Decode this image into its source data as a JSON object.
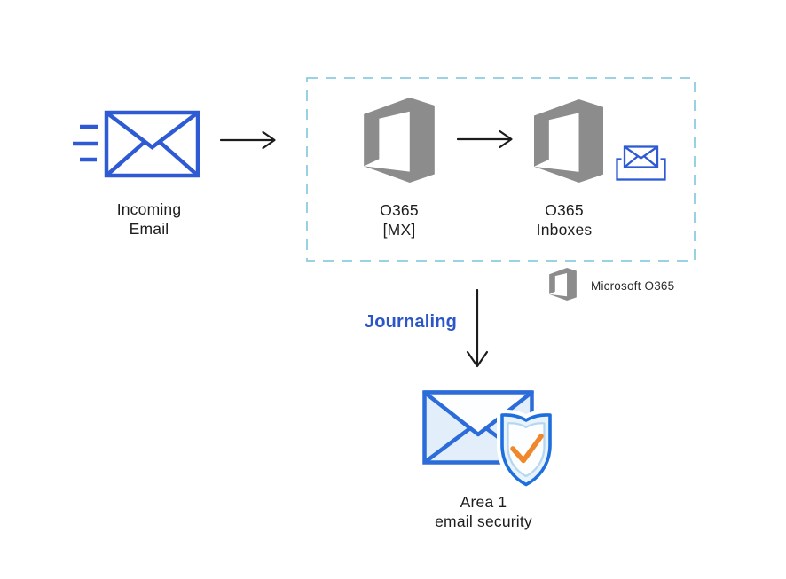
{
  "colors": {
    "envelope_blue": "#2e5ad4",
    "o365_gray": "#8c8c8c",
    "dashed_border": "#8cccdf",
    "journaling_blue": "#2b55c9",
    "arrow_black": "#1c1c1c",
    "text_black": "#1d1d1d",
    "legend_text": "#2b2b2b",
    "area1_outline_blue": "#2b6cd9",
    "shield_outline_blue": "#1c6fdd",
    "shield_inner_blue": "#b5d8f0",
    "shield_fill": "#e9f3fb",
    "check_orange": "#f0882b",
    "light_blue_fill": "#e2eef9",
    "flap_white": "#fdfeff"
  },
  "nodes": {
    "incoming_email": {
      "label_line1": "Incoming",
      "label_line2": "Email"
    },
    "o365_mx": {
      "label_line1": "O365",
      "label_line2": "[MX]"
    },
    "o365_inboxes": {
      "label_line1": "O365",
      "label_line2": "Inboxes"
    },
    "area1": {
      "label_line1": "Area 1",
      "label_line2": "email security"
    }
  },
  "edges": {
    "journaling_label": "Journaling"
  },
  "legend": {
    "label": "Microsoft O365"
  }
}
